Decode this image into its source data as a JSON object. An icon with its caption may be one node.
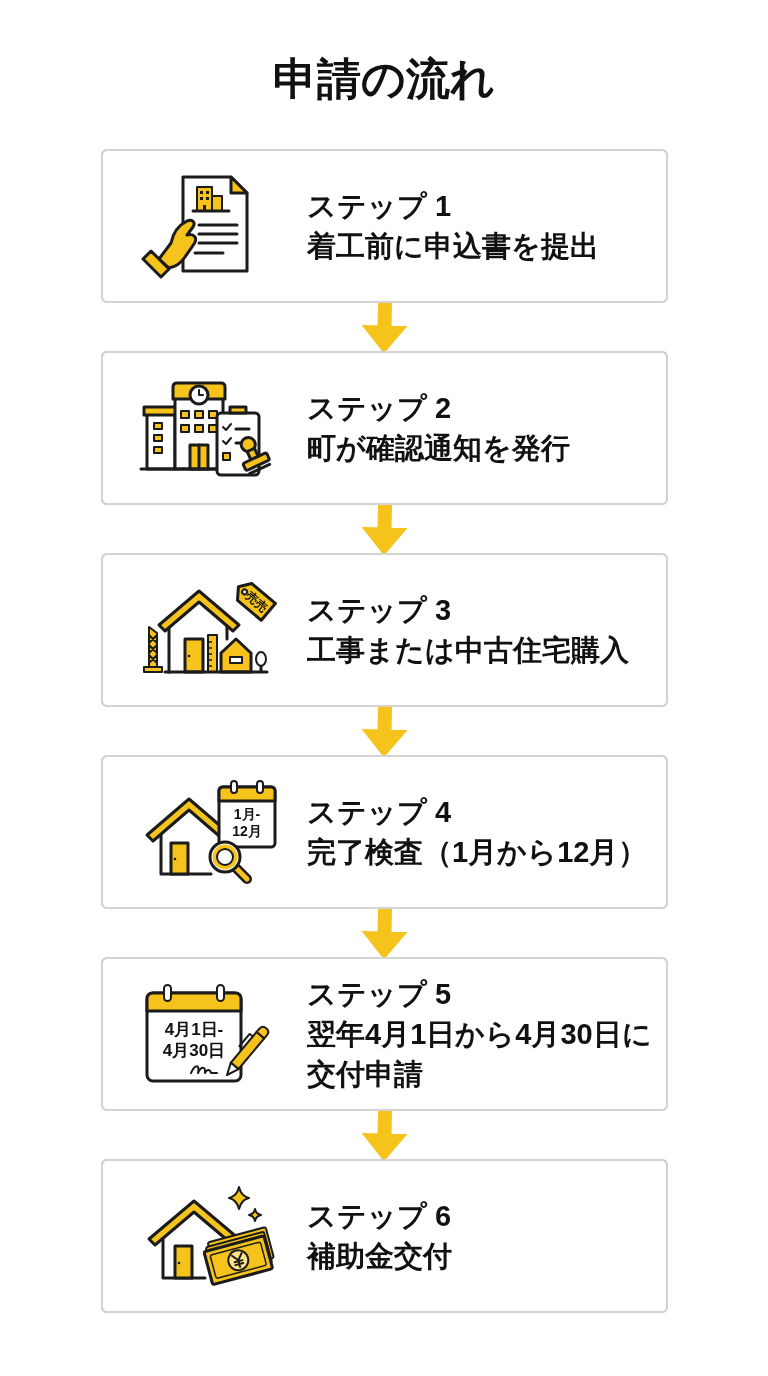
{
  "diagram": {
    "title": "申請の流れ",
    "nodes": [
      {
        "text": [
          "ステップ 1",
          "着工前に申込書を提出"
        ]
      },
      {
        "text": [
          "ステップ 2",
          "町が確認通知を発行"
        ]
      },
      {
        "text": [
          "売売",
          "ステップ 3",
          "工事または中古住宅購入"
        ]
      },
      {
        "text": [
          "1月-12月",
          "ステップ 4",
          "完了検査（1月から12月）"
        ]
      },
      {
        "text": [
          "4月1日-4月30日",
          "ステップ 5",
          "翌年4月1日から4月30日に交付申請"
        ]
      },
      {
        "text": [
          "ステップ 6",
          "補助金交付"
        ]
      }
    ],
    "edges": [
      {
        "from": 0,
        "to": 1,
        "arrow": "to"
      },
      {
        "from": 1,
        "to": 2,
        "arrow": "to"
      },
      {
        "from": 2,
        "to": 3,
        "arrow": "to"
      },
      {
        "from": 3,
        "to": 4,
        "arrow": "to"
      },
      {
        "from": 4,
        "to": 5,
        "arrow": "to"
      }
    ]
  }
}
